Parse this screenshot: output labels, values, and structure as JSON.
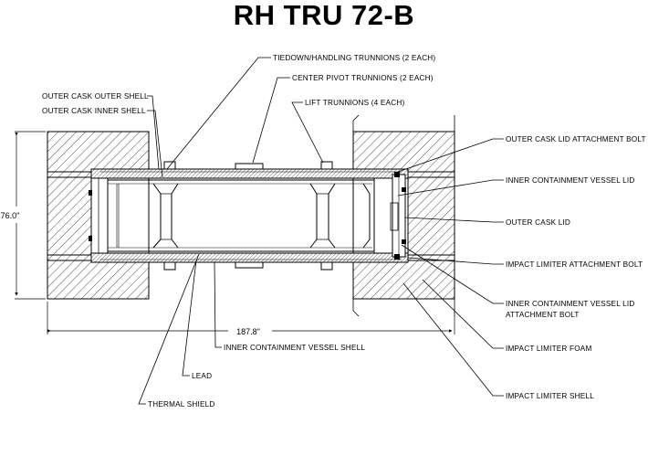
{
  "title": "RH TRU 72-B",
  "dimensions": {
    "height": "76.0\"",
    "length": "187.8\""
  },
  "labels": {
    "tiedown_trunnions": "TIEDOWN/HANDLING TRUNNIONS (2 EACH)",
    "center_pivot_trunnions": "CENTER PIVOT TRUNNIONS (2 EACH)",
    "lift_trunnions": "LIFT TRUNNIONS (4 EACH)",
    "outer_cask_outer_shell": "OUTER CASK OUTER SHELL",
    "outer_cask_inner_shell": "OUTER CASK INNER SHELL",
    "outer_cask_lid_attachment_bolt": "OUTER CASK LID ATTACHMENT BOLT",
    "inner_containment_vessel_lid": "INNER CONTAINMENT VESSEL LID",
    "outer_cask_lid": "OUTER CASK LID",
    "impact_limiter_attachment_bolt": "IMPACT LIMITER ATTACHMENT BOLT",
    "icv_lid_attachment_bolt_line1": "INNER CONTAINMENT VESSEL LID",
    "icv_lid_attachment_bolt_line2": "ATTACHMENT BOLT",
    "impact_limiter_foam": "IMPACT LIMITER FOAM",
    "impact_limiter_shell": "IMPACT LIMITER SHELL",
    "inner_containment_vessel_shell": "INNER CONTAINMENT VESSEL SHELL",
    "lead": "LEAD",
    "thermal_shield": "THERMAL SHIELD"
  }
}
